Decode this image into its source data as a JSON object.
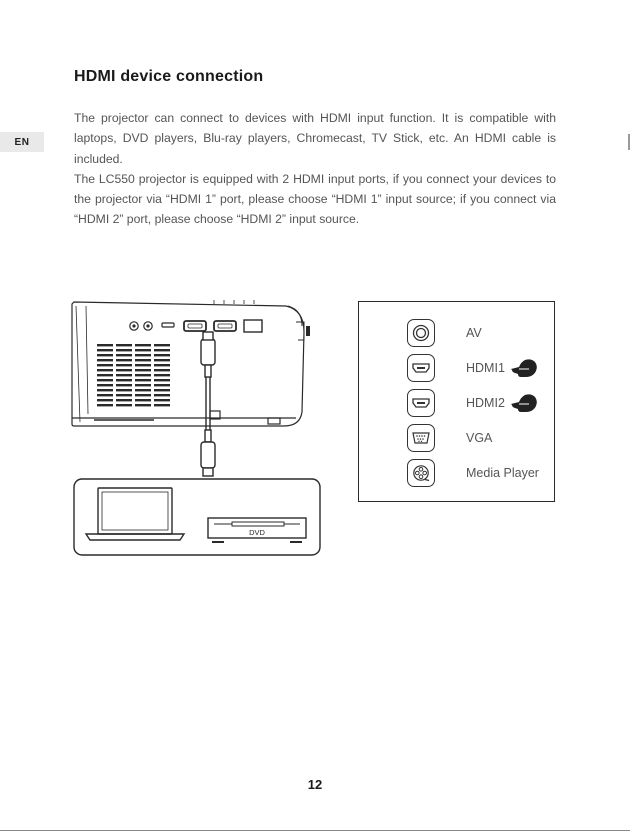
{
  "language_tab": "EN",
  "title": "HDMI device connection",
  "paragraphs": [
    "The projector can connect to devices with HDMI input function. It is compatible with laptops, DVD players, Blu-ray players, Chromecast, TV Stick, etc. An HDMI cable is included.",
    "The LC550 projector is equipped with 2 HDMI input ports, if you connect your devices to the projector via “HDMI 1” port, please choose “HDMI 1” input source; if you connect via “HDMI 2” port, please choose “HDMI 2” input source."
  ],
  "dvd_label": "DVD",
  "input_sources": [
    {
      "label": "AV",
      "icon": "av-icon",
      "highlighted": false
    },
    {
      "label": "HDMI1",
      "icon": "hdmi-icon",
      "highlighted": true
    },
    {
      "label": "HDMI2",
      "icon": "hdmi-icon",
      "highlighted": true
    },
    {
      "label": "VGA",
      "icon": "vga-icon",
      "highlighted": false
    },
    {
      "label": "Media Player",
      "icon": "media-player-icon",
      "highlighted": false
    }
  ],
  "page_number": "12",
  "colors": {
    "line": "#2a2a2a",
    "text_body": "#555555",
    "text_heading": "#1a1a1a"
  }
}
